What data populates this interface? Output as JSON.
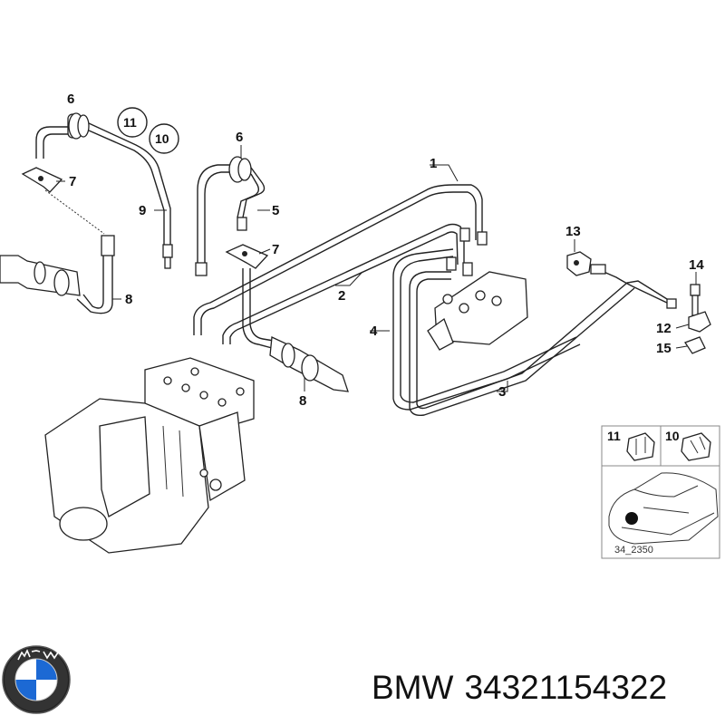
{
  "diagram": {
    "labels": [
      {
        "id": "1",
        "text": "1"
      },
      {
        "id": "2",
        "text": "2"
      },
      {
        "id": "3",
        "text": "3"
      },
      {
        "id": "4",
        "text": "4"
      },
      {
        "id": "5",
        "text": "5"
      },
      {
        "id": "6a",
        "text": "6"
      },
      {
        "id": "6b",
        "text": "6"
      },
      {
        "id": "7a",
        "text": "7"
      },
      {
        "id": "7b",
        "text": "7"
      },
      {
        "id": "8a",
        "text": "8"
      },
      {
        "id": "8b",
        "text": "8"
      },
      {
        "id": "9",
        "text": "9"
      },
      {
        "id": "12",
        "text": "12"
      },
      {
        "id": "13",
        "text": "13"
      },
      {
        "id": "14",
        "text": "14"
      },
      {
        "id": "15",
        "text": "15"
      }
    ],
    "circled_labels": [
      {
        "id": "11",
        "text": "11"
      },
      {
        "id": "10",
        "text": "10"
      }
    ],
    "inset": {
      "items": [
        {
          "id": "11",
          "text": "11"
        },
        {
          "id": "10",
          "text": "10"
        }
      ],
      "ref_code": "34_2350"
    }
  },
  "brand": {
    "name": "BMW",
    "part_number": "34321154322"
  },
  "colors": {
    "line": "#222222",
    "background": "#ffffff",
    "logo_blue": "#1c69d4"
  }
}
